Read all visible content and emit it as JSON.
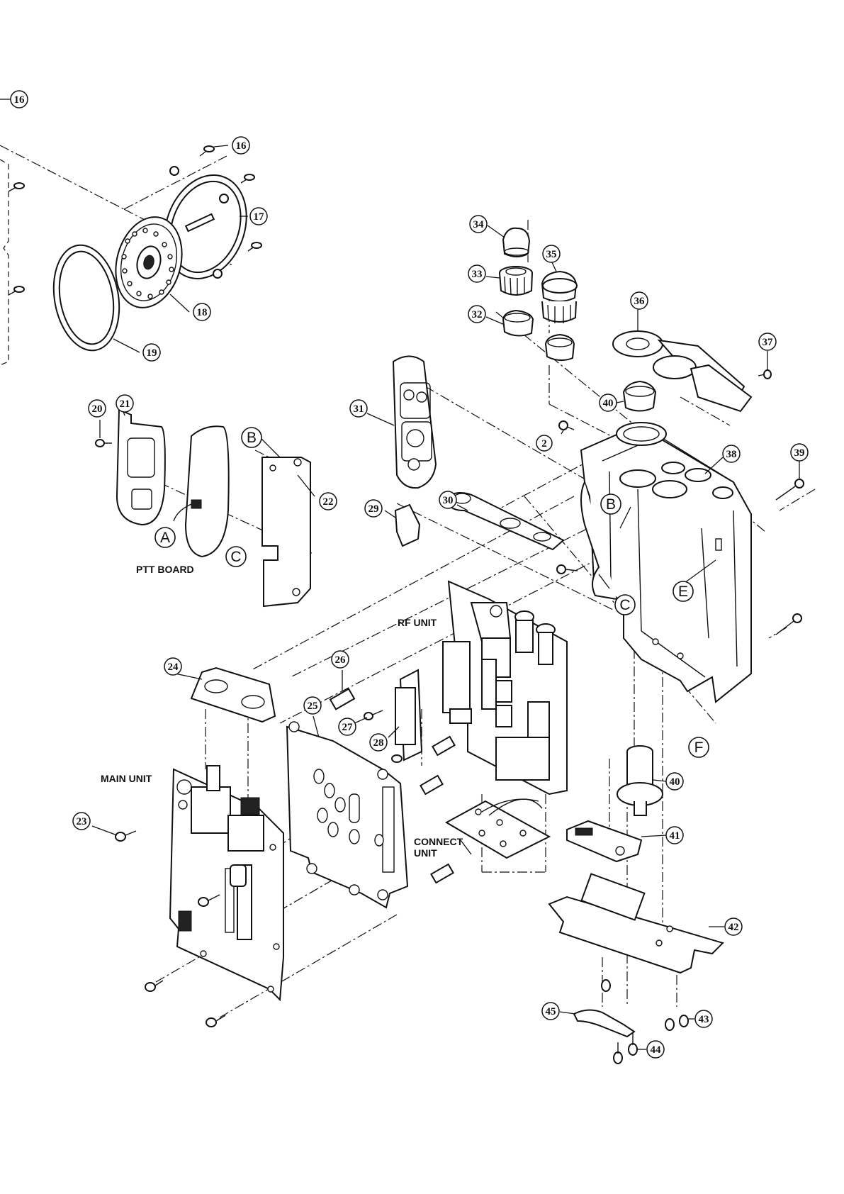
{
  "part_numbers": [
    "16",
    "16",
    "17",
    "18",
    "19",
    "20",
    "21",
    "22",
    "23",
    "24",
    "25",
    "26",
    "27",
    "28",
    "29",
    "30",
    "31",
    "32",
    "33",
    "34",
    "35",
    "36",
    "37",
    "38",
    "39",
    "40",
    "40",
    "41",
    "42",
    "43",
    "44",
    "45",
    "2"
  ],
  "reference_letters": [
    "A",
    "B",
    "C",
    "B",
    "C",
    "E",
    "F"
  ],
  "labels": {
    "ptt_board": "PTT BOARD",
    "rf_unit": "RF UNIT",
    "main_unit": "MAIN UNIT",
    "connect_unit_line1": "CONNECT",
    "connect_unit_line2": "UNIT"
  }
}
